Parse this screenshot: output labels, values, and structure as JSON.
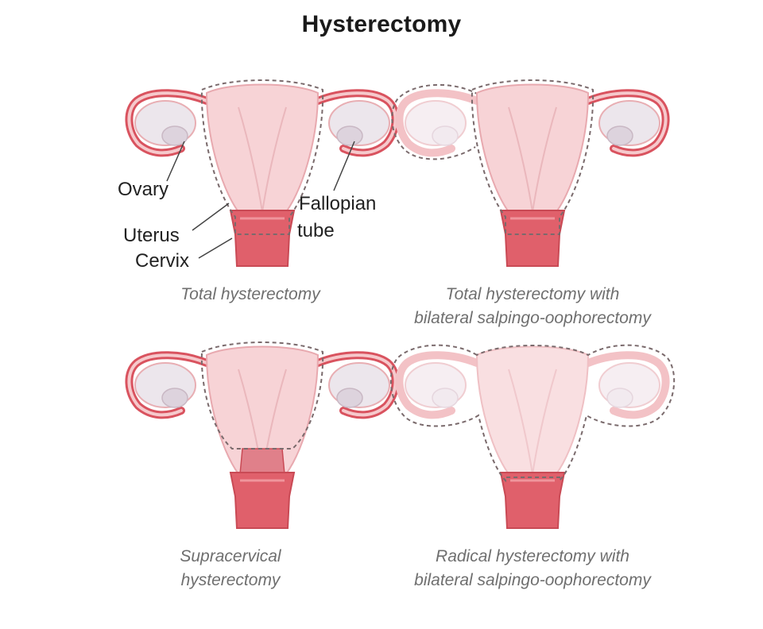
{
  "title": "Hysterectomy",
  "labels": {
    "ovary": "Ovary",
    "uterus": "Uterus",
    "cervix": "Cervix",
    "fallopian_tube_line1": "Fallopian",
    "fallopian_tube_line2": "tube"
  },
  "panels": [
    {
      "caption_line1": "Total hysterectomy",
      "caption_line2": ""
    },
    {
      "caption_line1": "Total hysterectomy with",
      "caption_line2": "bilateral salpingo-oophorectomy"
    },
    {
      "caption_line1": "Supracervical",
      "caption_line2": "hysterectomy"
    },
    {
      "caption_line1": "Radical hysterectomy with",
      "caption_line2": "bilateral salpingo-oophorectomy"
    }
  ],
  "colors": {
    "organ_fill": "#f7d3d6",
    "organ_light": "#fbe6e8",
    "tube_stroke": "#d9535f",
    "cervix_fill": "#e0606b",
    "ovary_fill": "#e9e4ea",
    "cut_line": "#7a6a6c"
  }
}
